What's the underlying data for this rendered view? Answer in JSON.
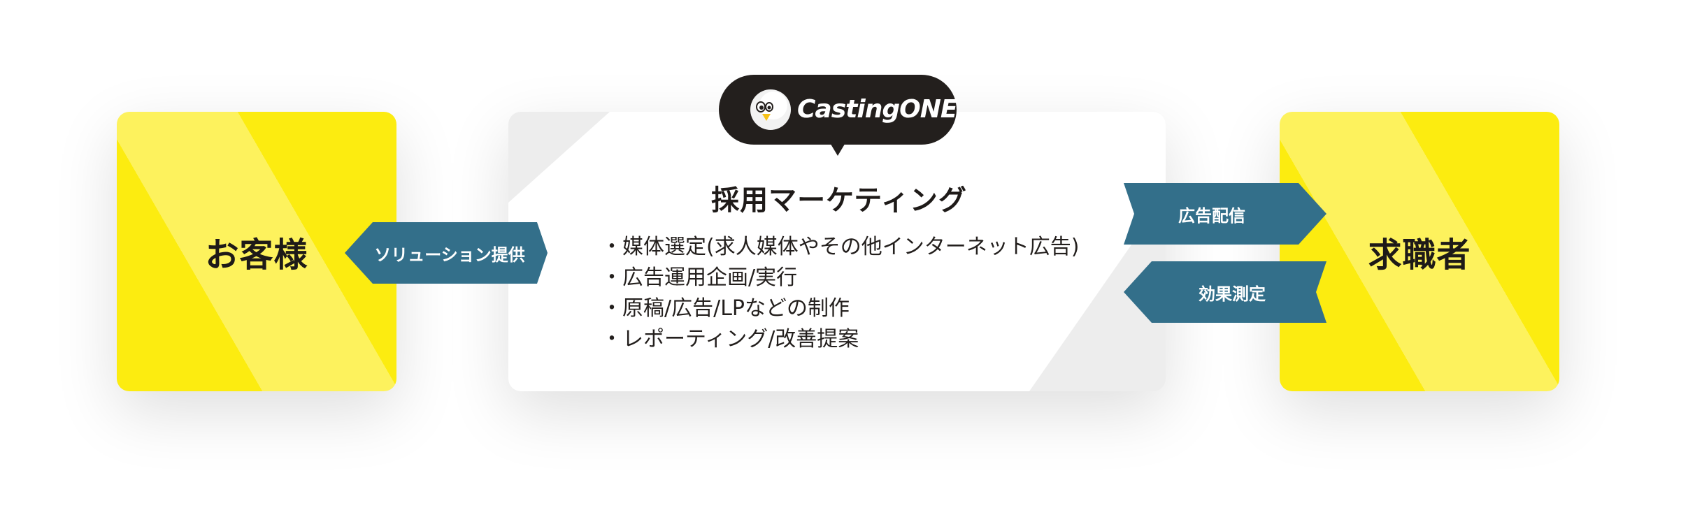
{
  "client": {
    "label": "お客様"
  },
  "seeker": {
    "label": "求職者"
  },
  "brand": {
    "logo_text": "CastingONE"
  },
  "center": {
    "title": "採用マーケティング",
    "services": [
      "・媒体選定(求人媒体やその他インターネット広告)",
      "・広告運用企画/実行",
      "・原稿/広告/LPなどの制作",
      "・レポーティング/改善提案"
    ]
  },
  "arrows": {
    "solution": "ソリューション提供",
    "ad_delivery": "広告配信",
    "effect_measurement": "効果測定"
  },
  "colors": {
    "yellow": "#fcec10",
    "arrow": "#336f8a",
    "dark": "#231f1d",
    "panel_gray": "#ededed"
  }
}
